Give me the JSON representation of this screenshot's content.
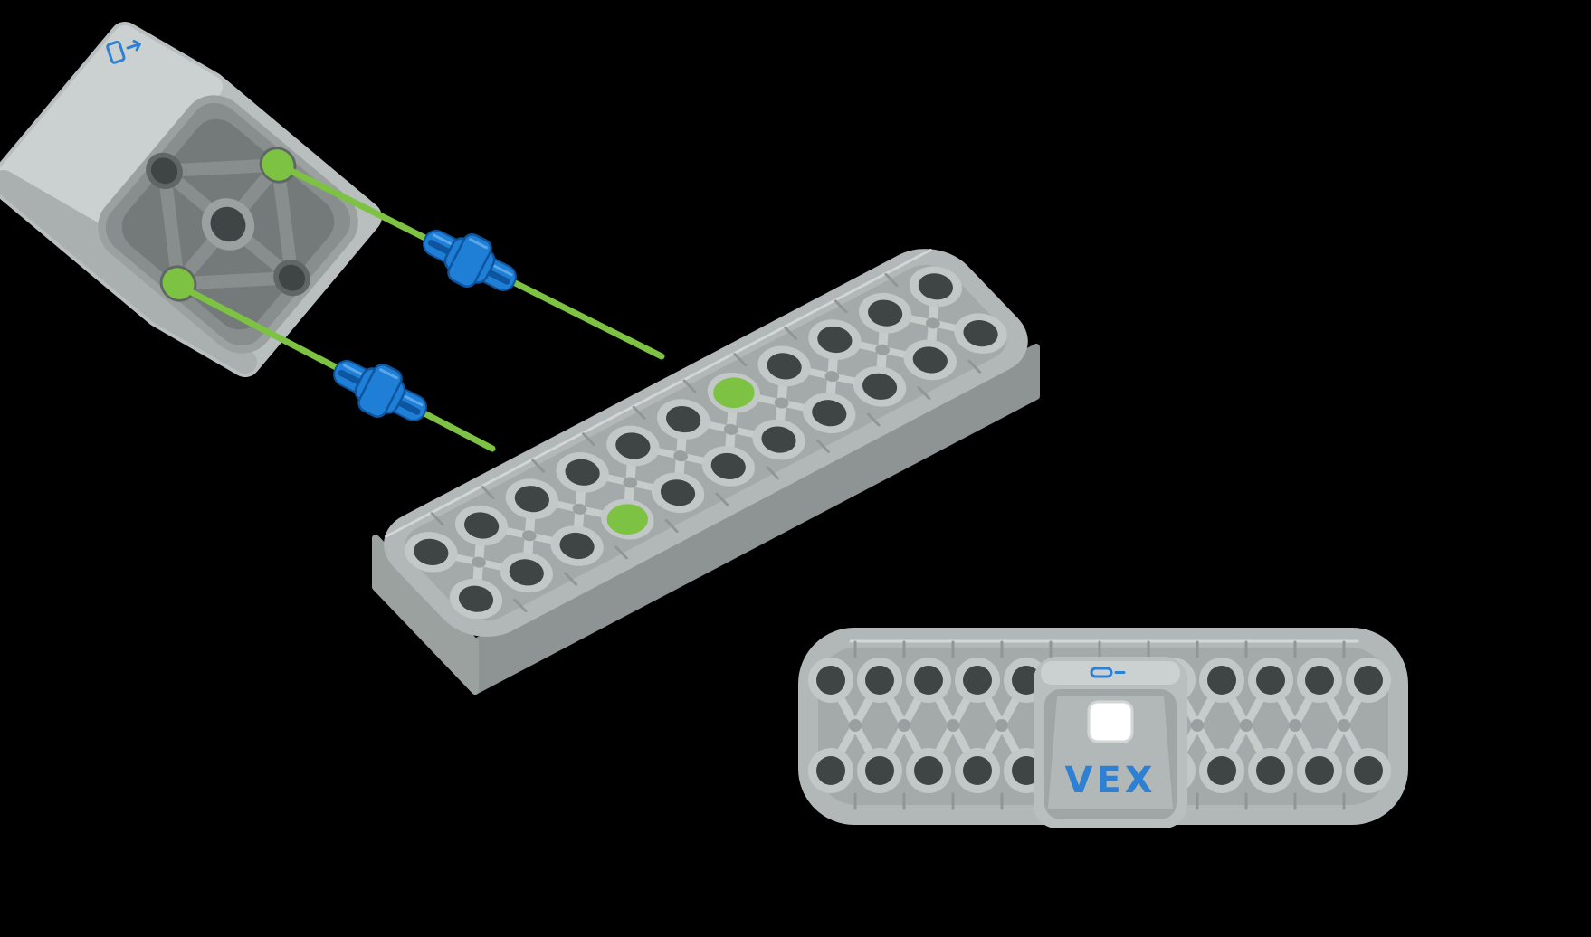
{
  "scene": {
    "background": "#000000"
  },
  "colors": {
    "background": "#000000",
    "highlight_green": "#7dc242",
    "pin_blue": "#1f7ed6",
    "pin_blue_dark": "#0e55a0",
    "pin_blue_light": "#66b0ec",
    "logo_blue": "#2e80d2",
    "led_white": "#ffffff",
    "body_light": "#b9bfbf",
    "body_lighter": "#cbd0d0",
    "body_mid": "#a9b0af",
    "body_base": "#b2b8b8",
    "recess": "#a3aaa9",
    "plate_rim": "#9aa19f",
    "face_dark": "#878e8d",
    "face_recess": "#737a79",
    "hole_rim": "#5f6665",
    "hole_dark": "#3f4444",
    "ring_light": "#c2c8c7",
    "web_light": "#c6ccca",
    "hub": "#99a09f",
    "groove": "#8f9695",
    "side_dark": "#8d9493",
    "end_face": "#9aa19f",
    "edge_highlight": "#d2d7d6",
    "sensor_face": "#9fa6a5"
  },
  "icons": {
    "cube_top_icon": "touch-led-device-icon",
    "sensor_top_icon": "touch-led-device-icon",
    "led_window": "led-window"
  },
  "cube": {
    "highlight_count": 2
  },
  "pins": {
    "count": 2
  },
  "beam_iso": {
    "columns": 11,
    "rows": 2,
    "highlights": [
      {
        "col": 6,
        "row": 0
      },
      {
        "col": 3,
        "row": 1
      }
    ]
  },
  "beam_front": {
    "columns": 12,
    "rows": 2
  },
  "assembled": {
    "logo_text": "VEX"
  }
}
